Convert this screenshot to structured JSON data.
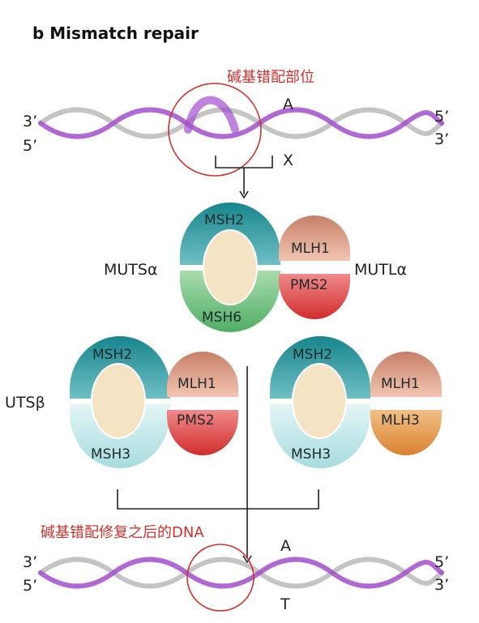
{
  "panel_title": "b  Mismatch repair",
  "top": {
    "mismatch_label": "碱基错配部位",
    "strand_left": [
      "3’",
      "5’"
    ],
    "strand_right": [
      "5’",
      "3’"
    ],
    "base_top": "A",
    "base_bottom": "X"
  },
  "complexes": {
    "center": {
      "name": "MUTSα",
      "upper": "MSH2",
      "lower": "MSH6",
      "partner_name": "MUTLα",
      "partner_upper": "MLH1",
      "partner_lower": "PMS2"
    },
    "left": {
      "name": "UTSβ",
      "upper": "MSH2",
      "lower": "MSH3",
      "partner_upper": "MLH1",
      "partner_lower": "PMS2"
    },
    "right": {
      "upper": "MSH2",
      "lower": "MSH3",
      "partner_upper": "MLH1",
      "partner_lower": "MLH3"
    }
  },
  "bottom": {
    "repaired_label": "碱基错配修复之后的DNA",
    "strand_left": [
      "3’",
      "5’"
    ],
    "strand_right": [
      "5’",
      "3’"
    ],
    "base_top": "A",
    "base_bottom": "T"
  },
  "colors": {
    "teal": "#1c8f96",
    "green": "#7cc58a",
    "light_teal": "#bfe6e8",
    "salmon": "#e3a38a",
    "red": "#d93e3e",
    "orange": "#e0923e",
    "cream": "#f5e4c4",
    "purple": "#a24fcd",
    "gray": "#c4c4c4"
  }
}
